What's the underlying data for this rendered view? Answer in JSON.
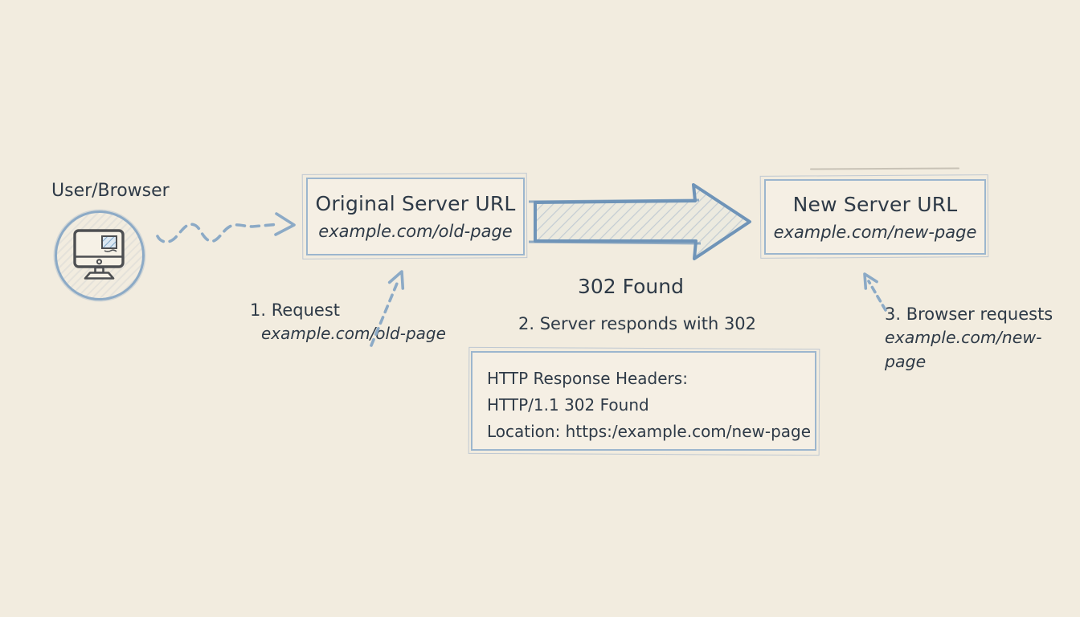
{
  "colors": {
    "background": "#f2ecdf",
    "ink": "#2e3a47",
    "sketch_blue": "#8caac6",
    "box_border": "#9cb6ce",
    "block_arrow_outline": "#6f94b8"
  },
  "user": {
    "label": "User/Browser",
    "icon": "desktop-computer-icon"
  },
  "boxes": {
    "original": {
      "title": "Original Server URL",
      "url": "example.com/old-page"
    },
    "new": {
      "title": "New Server URL",
      "url": "example.com/new-page"
    },
    "response": {
      "line1": "HTTP Response Headers:",
      "line2": "HTTP/1.1 302 Found",
      "line3": "Location: https:/example.com/new-page"
    }
  },
  "labels": {
    "status": "302 Found",
    "step1_line1": "1. Request",
    "step1_line2": "example.com/old-page",
    "step2": "2. Server responds with 302",
    "step3_line1": "3. Browser requests",
    "step3_line2": "example.com/new-page"
  },
  "icons": {
    "flow_arrow": "block-arrow-right-icon",
    "request_arrow": "wavy-dashed-arrow-icon",
    "step1_arrow": "dashed-arrow-up-right-icon",
    "step3_arrow": "dashed-arrow-up-left-icon"
  }
}
